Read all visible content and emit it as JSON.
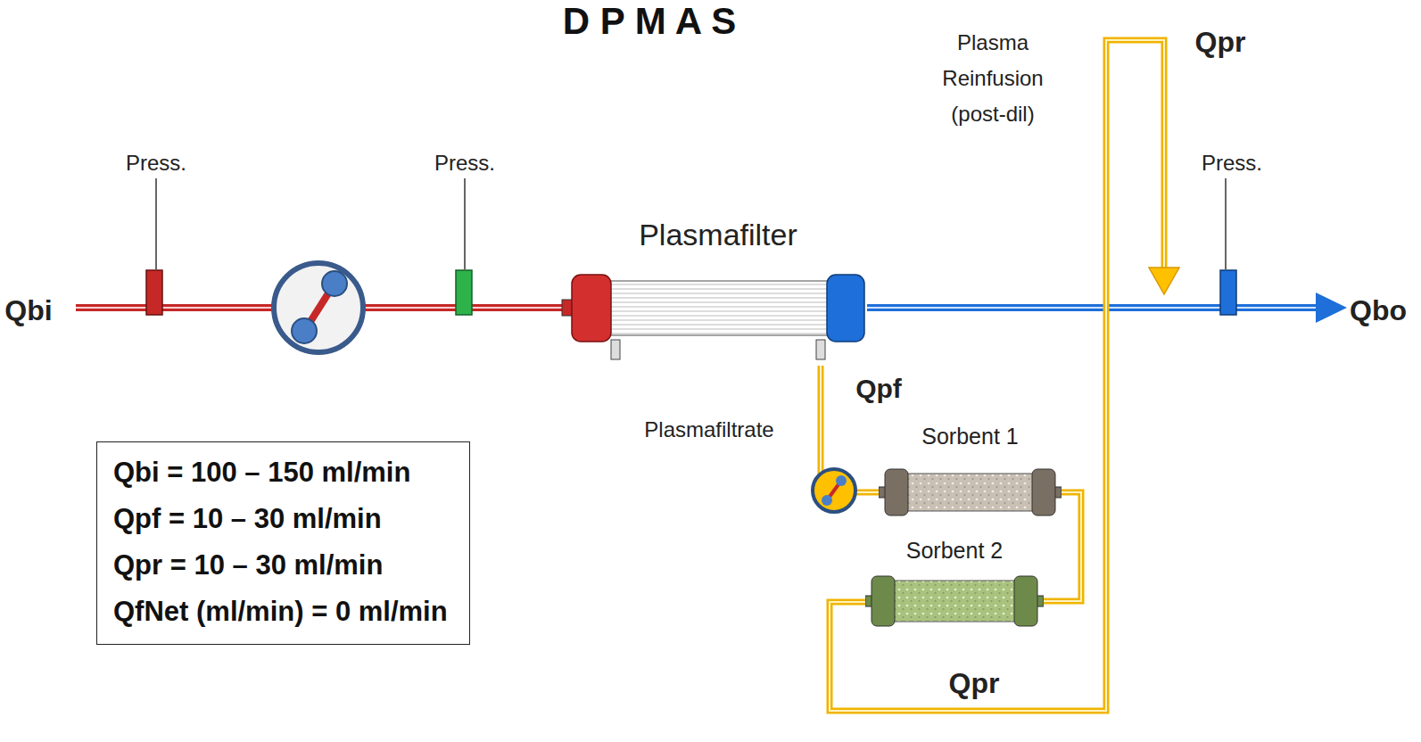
{
  "diagram": {
    "title": "D P M A S",
    "nodes": [
      {
        "text": [
          "Plasmafilter"
        ]
      },
      {
        "text": [
          "Sorbent 1"
        ]
      },
      {
        "text": [
          "Sorbent 2"
        ]
      },
      {
        "text": [
          "Qbi = 100 – 150 ml/min",
          "Qpf = 10 – 30 ml/min",
          "Qpr = 10 – 30 ml/min",
          "QfNet (ml/min) = 0 ml/min"
        ]
      }
    ],
    "edges": [
      {
        "from": 0,
        "to": 1,
        "arrow": "none"
      },
      {
        "from": 1,
        "to": 2,
        "arrow": "none"
      }
    ],
    "labels": [
      "Press.",
      "Press.",
      "Press.",
      "Qbi",
      "Qbo",
      "Qpf",
      "Plasmafiltrate",
      "Plasma Reinfusion (post-dil)",
      "Qpr",
      "Qpr"
    ]
  }
}
